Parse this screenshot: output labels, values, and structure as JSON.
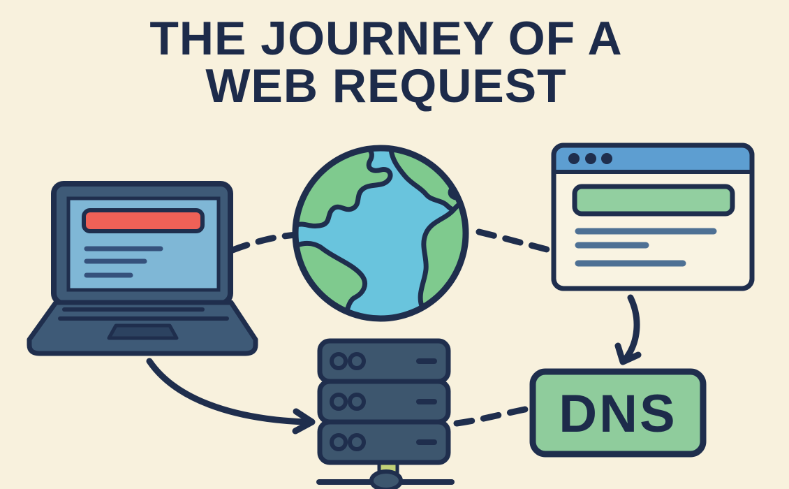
{
  "title": {
    "line1": "THE JOURNEY OF A",
    "line2": "WEB REQUEST"
  },
  "diagram": {
    "type": "flow-illustration",
    "nodes": {
      "laptop": {
        "icon": "laptop-icon",
        "desc": "user laptop showing a webpage with red banner and text lines"
      },
      "globe": {
        "icon": "globe-icon",
        "desc": "the internet (earth globe)"
      },
      "browser": {
        "icon": "browser-window-icon",
        "desc": "browser window with green address bar and text lines"
      },
      "server": {
        "icon": "server-rack-icon",
        "desc": "three-unit web server rack on network cable"
      },
      "dns": {
        "label": "DNS",
        "desc": "DNS lookup box"
      }
    },
    "edges": [
      {
        "from": "laptop",
        "to": "globe",
        "style": "dashed"
      },
      {
        "from": "globe",
        "to": "browser",
        "style": "dashed"
      },
      {
        "from": "browser",
        "to": "dns",
        "style": "solid-curved-arrow"
      },
      {
        "from": "laptop",
        "to": "server",
        "style": "solid-curved-arrow"
      },
      {
        "from": "server",
        "to": "dns",
        "style": "dashed"
      }
    ]
  },
  "colors": {
    "background": "#f8f1dd",
    "outline_navy": "#1f2e4d",
    "title_navy": "#1d2b4a",
    "laptop_body": "#3e5a77",
    "screen_blue": "#7fb7d6",
    "accent_red": "#ef6157",
    "globe_ocean": "#69c4dd",
    "land_green": "#7fca8e",
    "browser_bar_blue": "#5d9ed1",
    "panel_cream": "#f9f3e2",
    "search_green": "#92cfa0",
    "line_slate": "#4e7094",
    "server_slate": "#3d566e",
    "dns_green": "#8fcc9c",
    "cable_green": "#c2d178"
  }
}
